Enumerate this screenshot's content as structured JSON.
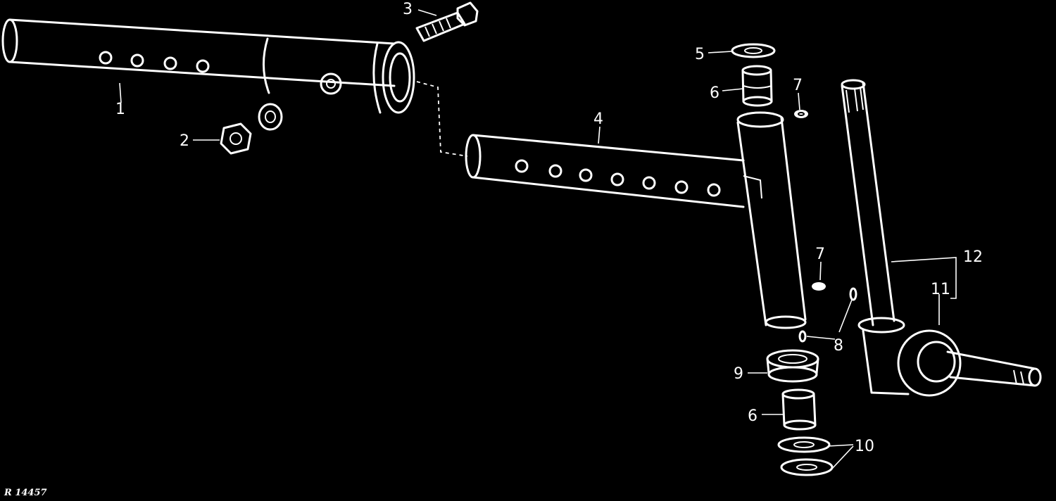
{
  "diagram": {
    "reference": "R 14457",
    "callouts": {
      "c1": "1",
      "c2": "2",
      "c3": "3",
      "c4": "4",
      "c5": "5",
      "c6a": "6",
      "c6b": "6",
      "c7a": "7",
      "c7b": "7",
      "c8": "8",
      "c9": "9",
      "c10": "10",
      "c11": "11",
      "c12": "12"
    },
    "colors": {
      "background": "#000000",
      "line": "#ffffff"
    }
  }
}
